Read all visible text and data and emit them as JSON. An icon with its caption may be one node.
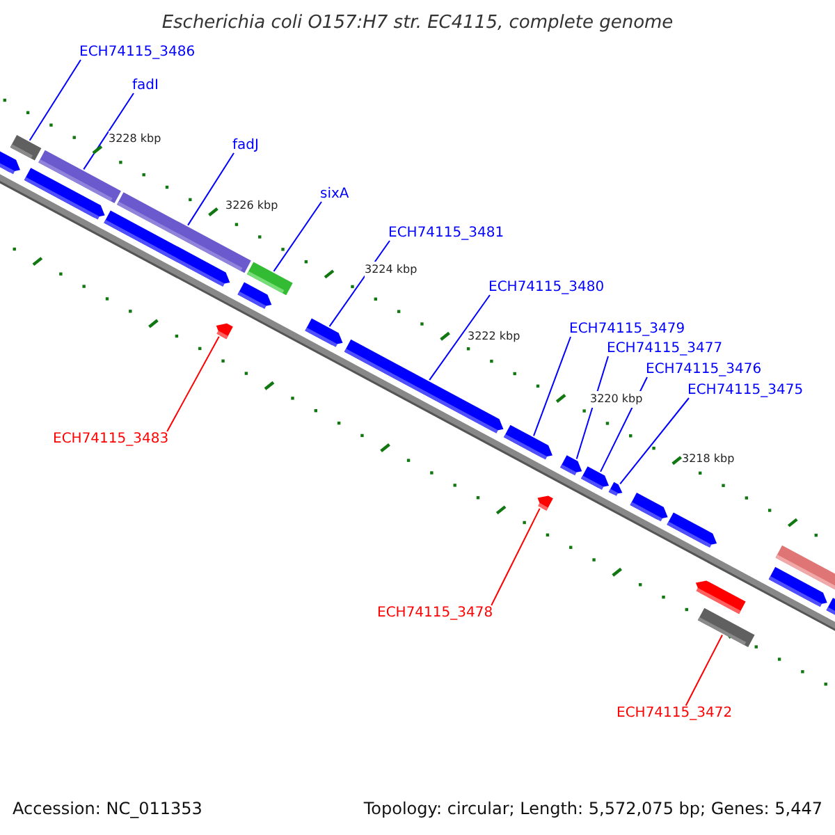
{
  "diagram": {
    "title": "Escherichia coli O157:H7 str. EC4115, complete genome",
    "nodes": [
      {
        "text": [
          "ECH74115_3486"
        ]
      },
      {
        "text": [
          "fadI"
        ]
      },
      {
        "text": [
          "fadJ"
        ]
      },
      {
        "text": [
          "sixA"
        ]
      },
      {
        "text": [
          "ECH74115_3481"
        ]
      },
      {
        "text": [
          "ECH74115_3480"
        ]
      },
      {
        "text": [
          "ECH74115_3479"
        ]
      },
      {
        "text": [
          "ECH74115_3477"
        ]
      },
      {
        "text": [
          "ECH74115_3476"
        ]
      },
      {
        "text": [
          "ECH74115_3475"
        ]
      },
      {
        "text": [
          "ECH74115_3483"
        ]
      },
      {
        "text": [
          "ECH74115_3478"
        ]
      },
      {
        "text": [
          "ECH74115_3472"
        ]
      },
      {
        "text": [],
        "shape": "bar"
      },
      {
        "text": [],
        "shape": "bar"
      },
      {
        "text": [],
        "shape": "bar"
      },
      {
        "text": [],
        "shape": "bar"
      },
      {
        "text": [],
        "shape": "arrow"
      },
      {
        "text": [],
        "shape": "arrow"
      },
      {
        "text": [],
        "shape": "arrow"
      },
      {
        "text": [],
        "shape": "arrow"
      },
      {
        "text": [],
        "shape": "arrow"
      },
      {
        "text": [],
        "shape": "arrow"
      },
      {
        "text": [],
        "shape": "arrow"
      },
      {
        "text": [],
        "shape": "arrow"
      },
      {
        "text": [],
        "shape": "bar"
      },
      {
        "text": [],
        "shape": "arrow"
      },
      {
        "text": [],
        "shape": "arrow"
      },
      {
        "text": [],
        "shape": "arrow"
      },
      {
        "text": [],
        "shape": "arrow"
      },
      {
        "text": [],
        "shape": "arrow"
      },
      {
        "text": [],
        "shape": "arrow"
      },
      {
        "text": [],
        "shape": "arrow"
      },
      {
        "text": [],
        "shape": "arrow"
      },
      {
        "text": [],
        "shape": "bar"
      },
      {
        "text": [],
        "shape": "arrow"
      }
    ],
    "edges": [
      {
        "from": 0,
        "to": 13,
        "arrow": "none"
      },
      {
        "from": 1,
        "to": 14,
        "arrow": "none"
      },
      {
        "from": 2,
        "to": 15,
        "arrow": "none"
      },
      {
        "from": 3,
        "to": 16,
        "arrow": "none"
      },
      {
        "from": 4,
        "to": 17,
        "arrow": "none"
      },
      {
        "from": 5,
        "to": 18,
        "arrow": "none"
      },
      {
        "from": 6,
        "to": 19,
        "arrow": "none"
      },
      {
        "from": 7,
        "to": 20,
        "arrow": "none"
      },
      {
        "from": 8,
        "to": 21,
        "arrow": "none"
      },
      {
        "from": 9,
        "to": 22,
        "arrow": "none"
      },
      {
        "from": 10,
        "to": 23,
        "arrow": "none",
        "color": "#ff0000"
      },
      {
        "from": 11,
        "to": 24,
        "arrow": "none",
        "color": "#ff0000"
      },
      {
        "from": 12,
        "to": 25,
        "arrow": "none",
        "color": "#ff0000"
      }
    ],
    "labels": [
      "3228 kbp",
      "3226 kbp",
      "3224 kbp",
      "3222 kbp",
      "3220 kbp",
      "3218 kbp",
      "Accession: NC_011353",
      "Topology: circular; Length: 5,572,075 bp; Genes: 5,447"
    ]
  }
}
